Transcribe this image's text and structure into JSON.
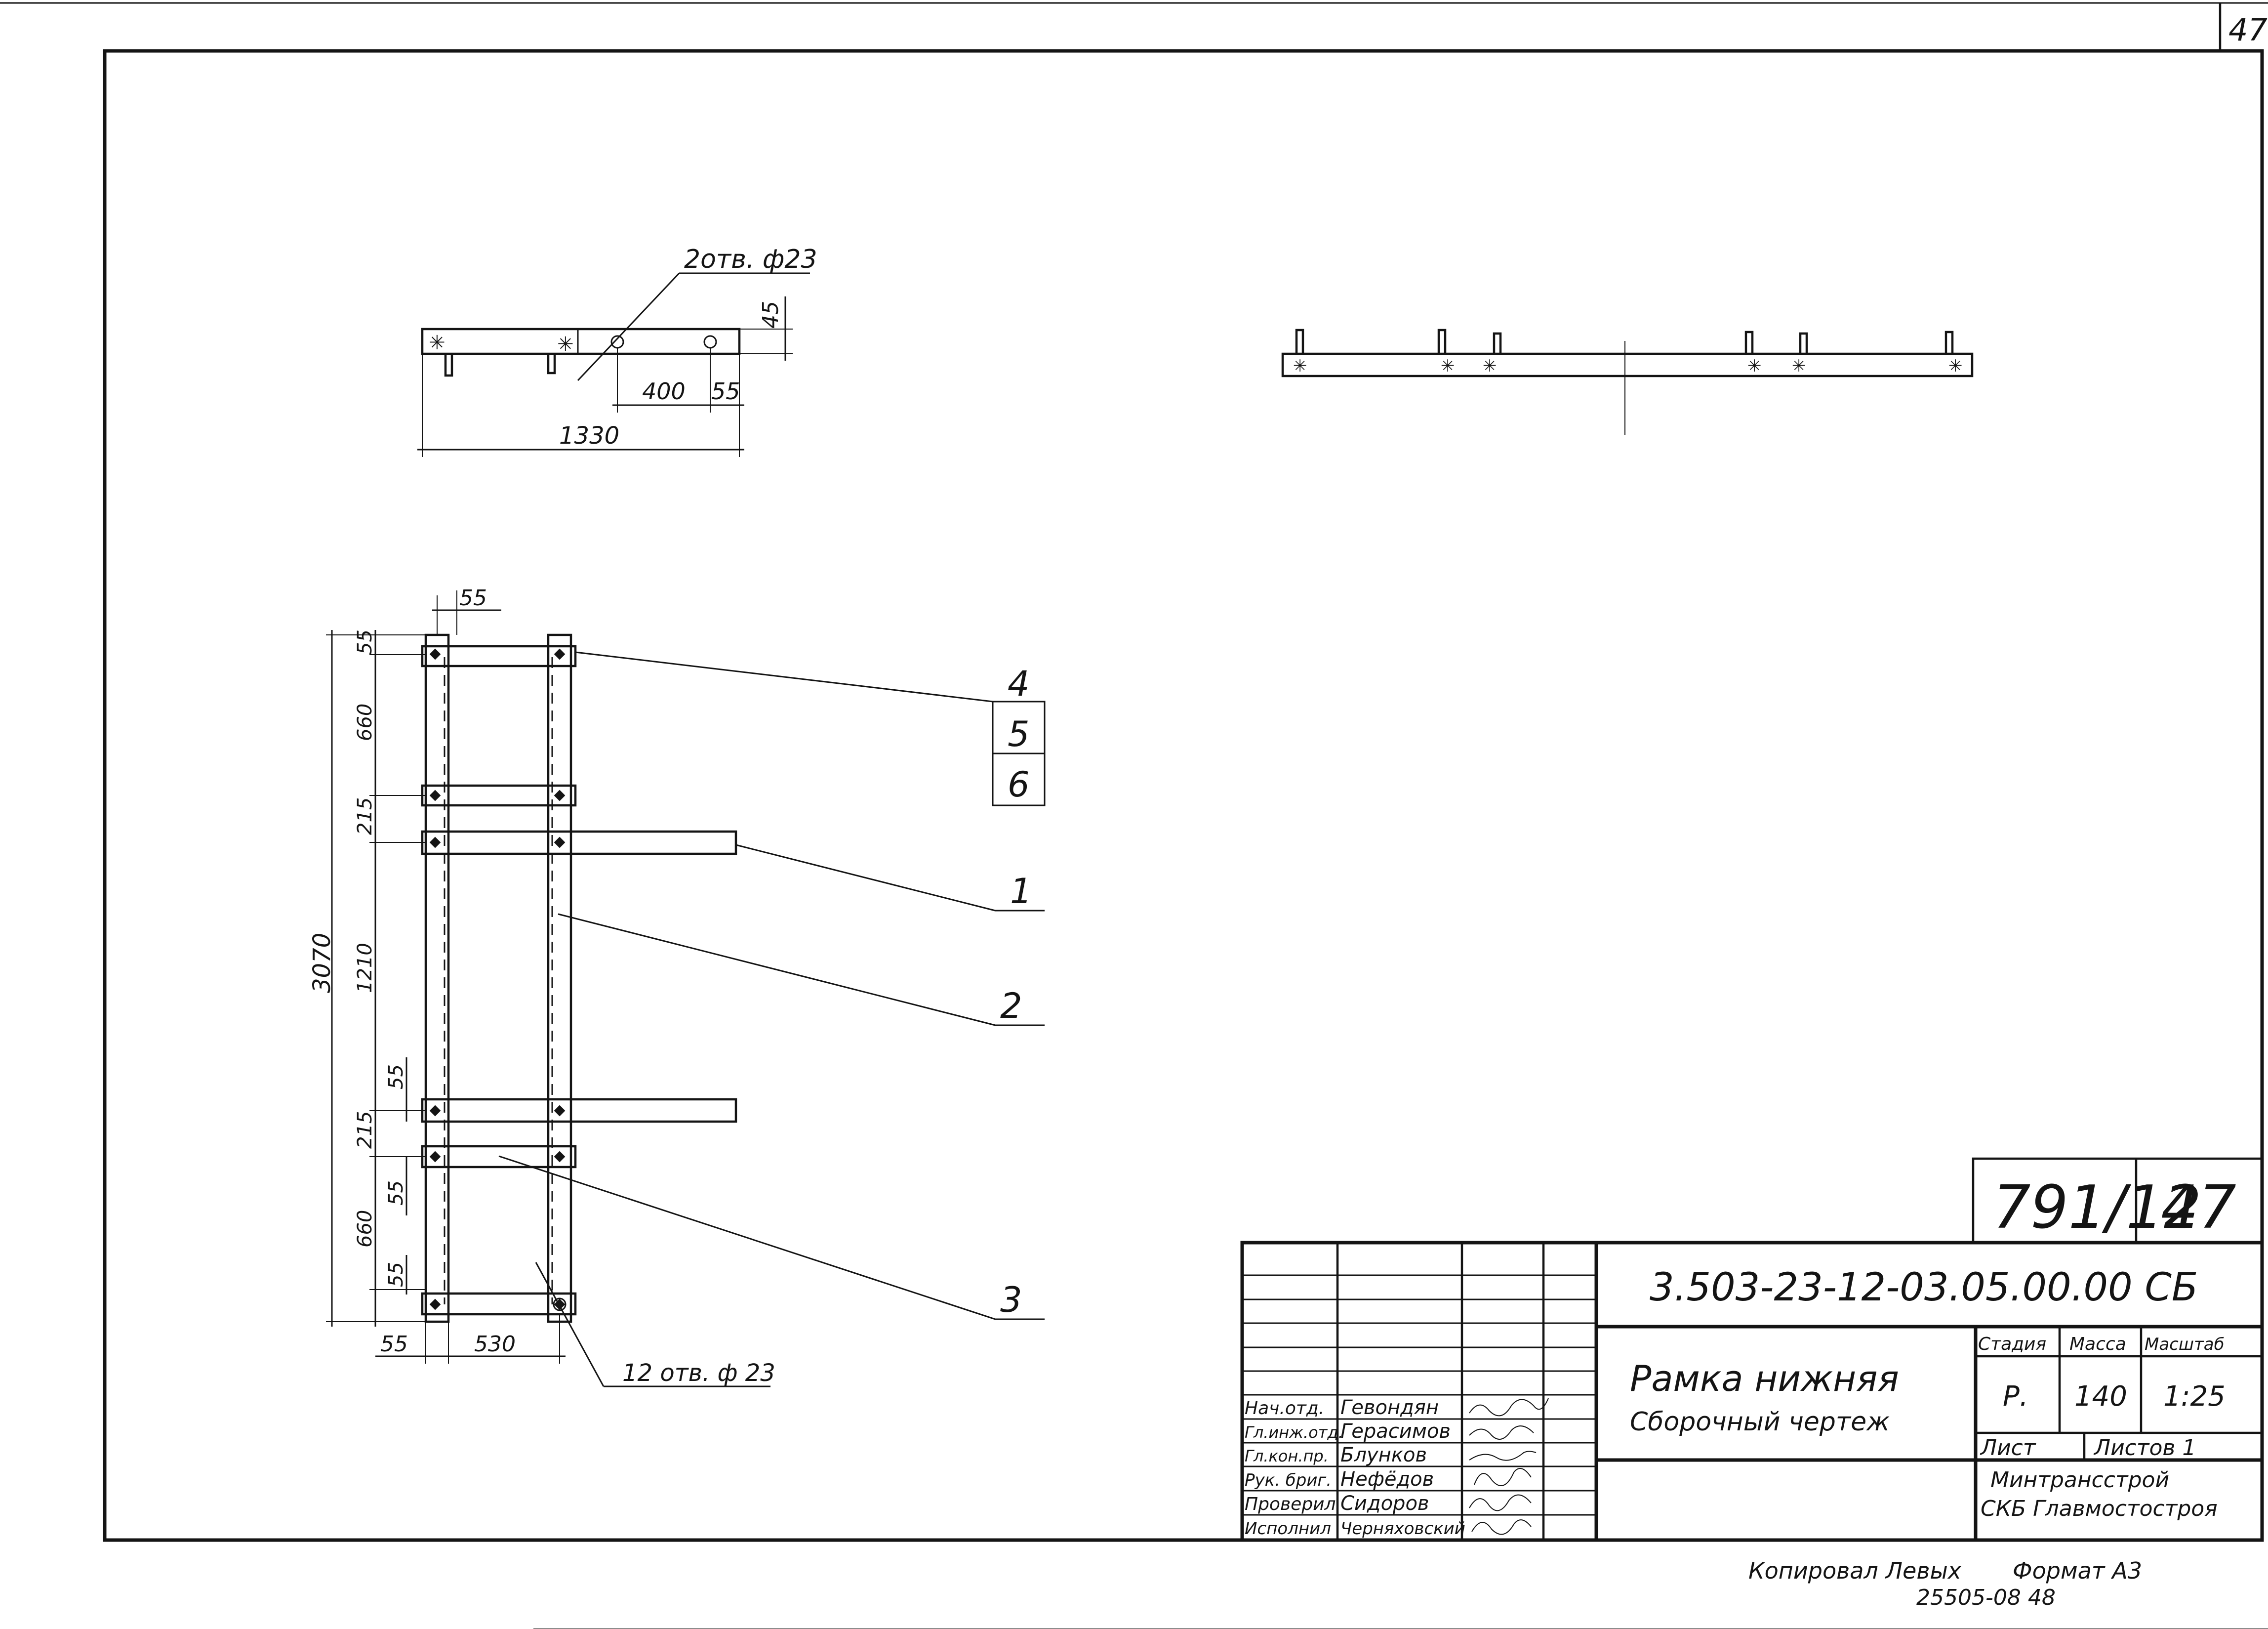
{
  "sheet": {
    "corner_page_number": "47"
  },
  "top_view": {
    "hole_note": "2отв. ф23",
    "dims": {
      "overall": "1330",
      "hole_spacing": "400",
      "edge_offset": "55",
      "height": "45"
    }
  },
  "plan_view": {
    "dims": {
      "top_55": "55",
      "total_height": "3070",
      "seg_55_top": "55",
      "seg_660_top": "660",
      "seg_215_top": "215",
      "seg_1210": "1210",
      "seg_55_mid": "55",
      "seg_215_bottom": "215",
      "seg_55_lower": "55",
      "seg_660_bottom": "660",
      "seg_55_bottom": "55",
      "bottom_left_55": "55",
      "width_530": "530"
    },
    "hole_note": "12 отв. ф 23",
    "positions": [
      "4",
      "5",
      "6",
      "1",
      "2",
      "3"
    ]
  },
  "title_block": {
    "doc_code_box": {
      "left": "791/12",
      "right": "47"
    },
    "designation": "3.503-23-12-03.05.00.00 СБ",
    "name_line1": "Рамка нижняя",
    "name_line2": "Сборочный чертеж",
    "headers": {
      "stage": "Стадия",
      "mass": "Масса",
      "scale": "Масштаб"
    },
    "values": {
      "stage": "Р.",
      "mass": "140",
      "scale": "1:25"
    },
    "sheet_label": "Лист",
    "sheets_label": "Листов 1",
    "org_line1": "Минтрансстрой",
    "org_line2": "СКБ Главмостостроя",
    "people": [
      {
        "role": "Нач.отд.",
        "name": "Гевондян"
      },
      {
        "role": "Гл.инж.отд.",
        "name": "Герасимов"
      },
      {
        "role": "Гл.кон.пр.",
        "name": "Блунков"
      },
      {
        "role": "Рук. бриг.",
        "name": "Нефёдов"
      },
      {
        "role": "Проверил",
        "name": "Сидоров"
      },
      {
        "role": "Исполнил",
        "name": "Черняховский"
      }
    ]
  },
  "footer": {
    "copied_by": "Копировал Левых",
    "format": "Формат А3",
    "inventory": "25505-08 48"
  }
}
